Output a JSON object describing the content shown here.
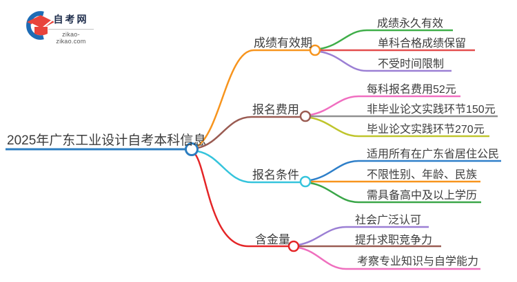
{
  "logo": {
    "brand": "自考网",
    "domain": "zikao-zikao.com",
    "icon_blue": "#1e6cb5",
    "icon_red": "#e8443c"
  },
  "text_color": "#3c3c3c",
  "mindmap": {
    "root": {
      "label": "2025年广东工业设计自考本科信息",
      "color": "#2b7dc0"
    },
    "branches": [
      {
        "label": "成绩有效期",
        "color": "#f7941d",
        "children": [
          {
            "label": "成绩永久有效",
            "color": "#3fae49"
          },
          {
            "label": "单科合格成绩保留",
            "color": "#e34d4d"
          },
          {
            "label": "不受时间限制",
            "color": "#9b7fd4"
          }
        ]
      },
      {
        "label": "报名费用",
        "color": "#9a5b52",
        "children": [
          {
            "label": "每科报名费用52元",
            "color": "#f06ec0"
          },
          {
            "label": "非毕业论文实践环节150元",
            "color": "#909090"
          },
          {
            "label": "毕业论文实践环节270元",
            "color": "#bfc52c"
          }
        ]
      },
      {
        "label": "报名条件",
        "color": "#35c4dc",
        "children": [
          {
            "label": "适用所有在广东省居住公民",
            "color": "#2e7fc9"
          },
          {
            "label": "不限性别、年龄、民族",
            "color": "#f7941d"
          },
          {
            "label": "需具备高中及以上学历",
            "color": "#3aa648"
          }
        ]
      },
      {
        "label": "含金量",
        "color": "#e42527",
        "children": [
          {
            "label": "社会广泛认可",
            "color": "#9b7fd4"
          },
          {
            "label": "提升求职竞争力",
            "color": "#9a5b52"
          },
          {
            "label": "考察专业知识与自学能力",
            "color": "#ef6fbe"
          }
        ]
      }
    ]
  }
}
